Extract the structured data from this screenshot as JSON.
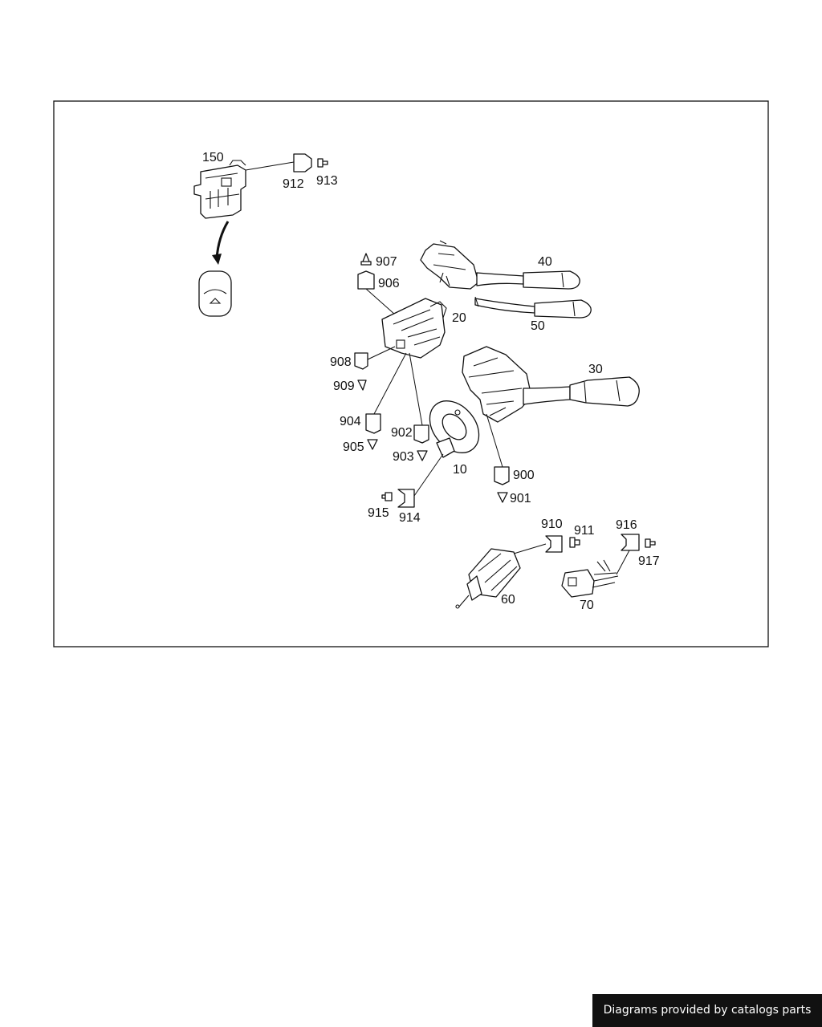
{
  "diagram": {
    "callouts": {
      "p150": "150",
      "p912": "912",
      "p913": "913",
      "p907": "907",
      "p906": "906",
      "p40": "40",
      "p50": "50",
      "p20": "20",
      "p908": "908",
      "p909": "909",
      "p30": "30",
      "p904": "904",
      "p905": "905",
      "p902": "902",
      "p903": "903",
      "p10": "10",
      "p900": "900",
      "p901": "901",
      "p915": "915",
      "p914": "914",
      "p910": "910",
      "p911": "911",
      "p916": "916",
      "p917": "917",
      "p60": "60",
      "p70": "70"
    }
  },
  "footer": {
    "credit": "Diagrams provided by catalogs parts"
  },
  "colors": {
    "line": "#111111",
    "background": "#ffffff",
    "credit_bg": "#111111",
    "credit_text": "#ffffff"
  }
}
